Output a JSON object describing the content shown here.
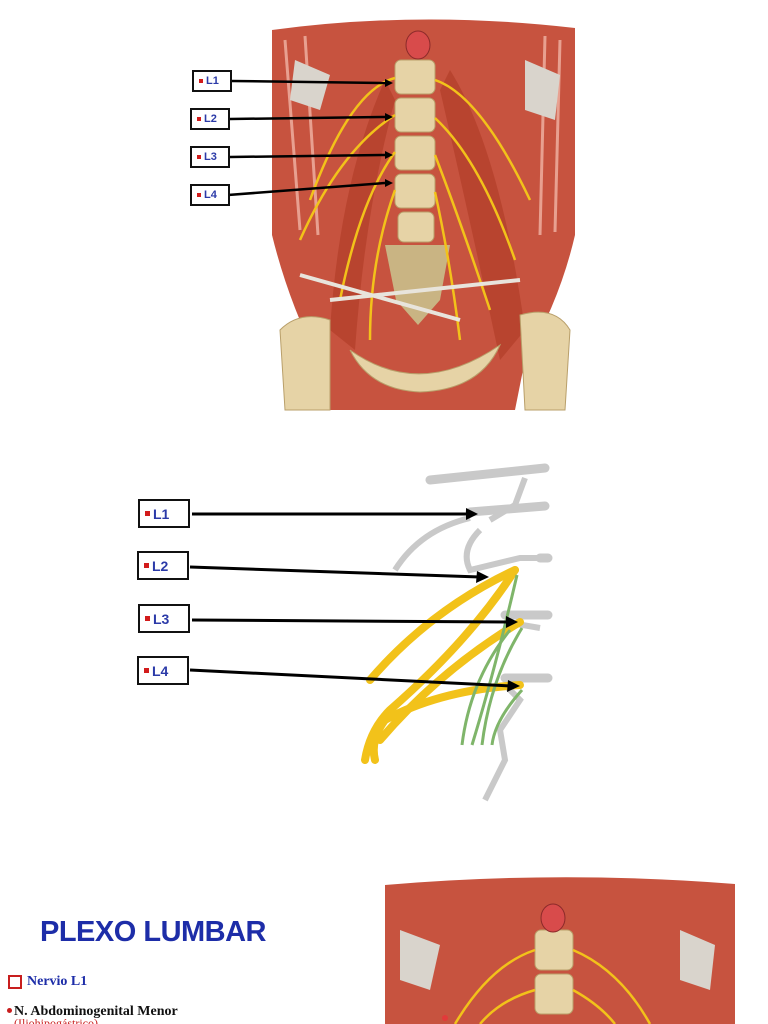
{
  "top_panel": {
    "labels": [
      "L1",
      "L2",
      "L3",
      "L4"
    ]
  },
  "middle_panel": {
    "labels": [
      "L1",
      "L2",
      "L3",
      "L4"
    ]
  },
  "bottom_panel": {
    "title": "PLEXO LUMBAR",
    "section_label": "Nervio L1",
    "nerve_name": "N. Abdominogenital Menor",
    "nerve_subtitle": "(Iliohipogástrico)"
  },
  "colors": {
    "muscle": "#c7533f",
    "bone": "#e6d3a6",
    "nerve_yellow": "#f2c21a",
    "nerve_green": "#7fb56a",
    "nerve_grey": "#c9c9c9",
    "label_text": "#2b3aa8",
    "title_blue": "#1d2da8",
    "accent_red": "#c81e1e"
  }
}
